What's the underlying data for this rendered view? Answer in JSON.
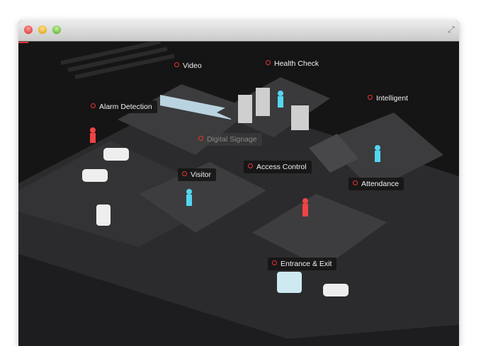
{
  "window": {
    "controls": [
      "close",
      "minimize",
      "zoom"
    ],
    "expand_icon": "expand-arrows-icon"
  },
  "scene": {
    "labels": [
      {
        "id": "video",
        "text": "Video"
      },
      {
        "id": "health-check",
        "text": "Health Check"
      },
      {
        "id": "alarm-detection",
        "text": "Alarm Detection"
      },
      {
        "id": "intelligent",
        "text": "Intelligent"
      },
      {
        "id": "digital-signage",
        "text": "Digital Signage"
      },
      {
        "id": "visitor",
        "text": "Visitor"
      },
      {
        "id": "access-control",
        "text": "Access Control"
      },
      {
        "id": "attendance",
        "text": "Attendance"
      },
      {
        "id": "entrance-exit",
        "text": "Entrance & Exit"
      }
    ]
  },
  "colors": {
    "accent": "#e33333",
    "figure": "#55d6f0"
  }
}
